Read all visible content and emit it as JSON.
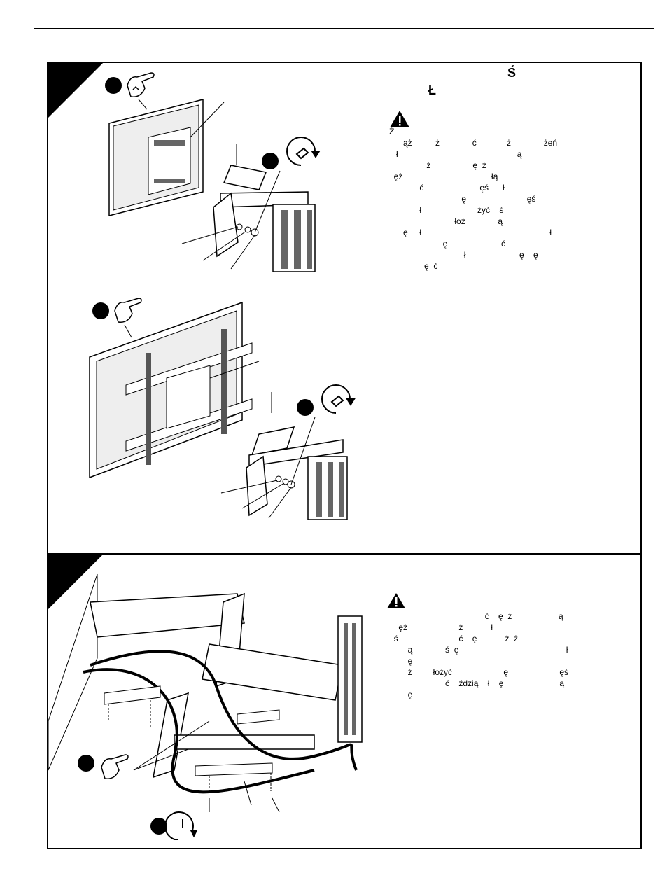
{
  "page": {
    "title_char_1": "Ś",
    "title_char_2": "Ł"
  },
  "section1": {
    "text_lines": [
      "Ż",
      "      ąż          ż              ć             ż              żeń",
      "   ł                                                   ą",
      "                ż                  ę  ż",
      "  ęż                                      łą",
      "",
      "",
      "             ć                        ęś      ł",
      "                               ę                          ęś",
      "             ł                        żyć    ś",
      "                            łoż              ą",
      "      ę     ł                                                       ł",
      "",
      "",
      "                       ę                       ć",
      "                                ł                       ę    ę",
      "               ę  ć"
    ]
  },
  "section2": {
    "text_lines": [
      "                                         ć    ę  ż                    ą",
      "    ęż                      ż            ł",
      "  ś                          ć    ę            ż  ż",
      "        ą              ś  ę                                              ł",
      "        ę",
      "",
      "        ż         łożyć                      ę                      ęś",
      "",
      "",
      "                        ć    ździą    ł    ę                        ą",
      "        ę"
    ]
  },
  "icons": {
    "warning_1": "warning-triangle-icon",
    "warning_2": "warning-triangle-icon",
    "hand_1": "hand-icon",
    "hand_2": "hand-icon",
    "hand_3": "hand-icon",
    "wrench_1": "wrench-rotate-icon",
    "wrench_2": "wrench-rotate-icon",
    "screwdriver": "screwdriver-rotate-icon"
  },
  "colors": {
    "ink": "#000000",
    "paper": "#ffffff",
    "panel_gray": "#d9d9d9"
  }
}
